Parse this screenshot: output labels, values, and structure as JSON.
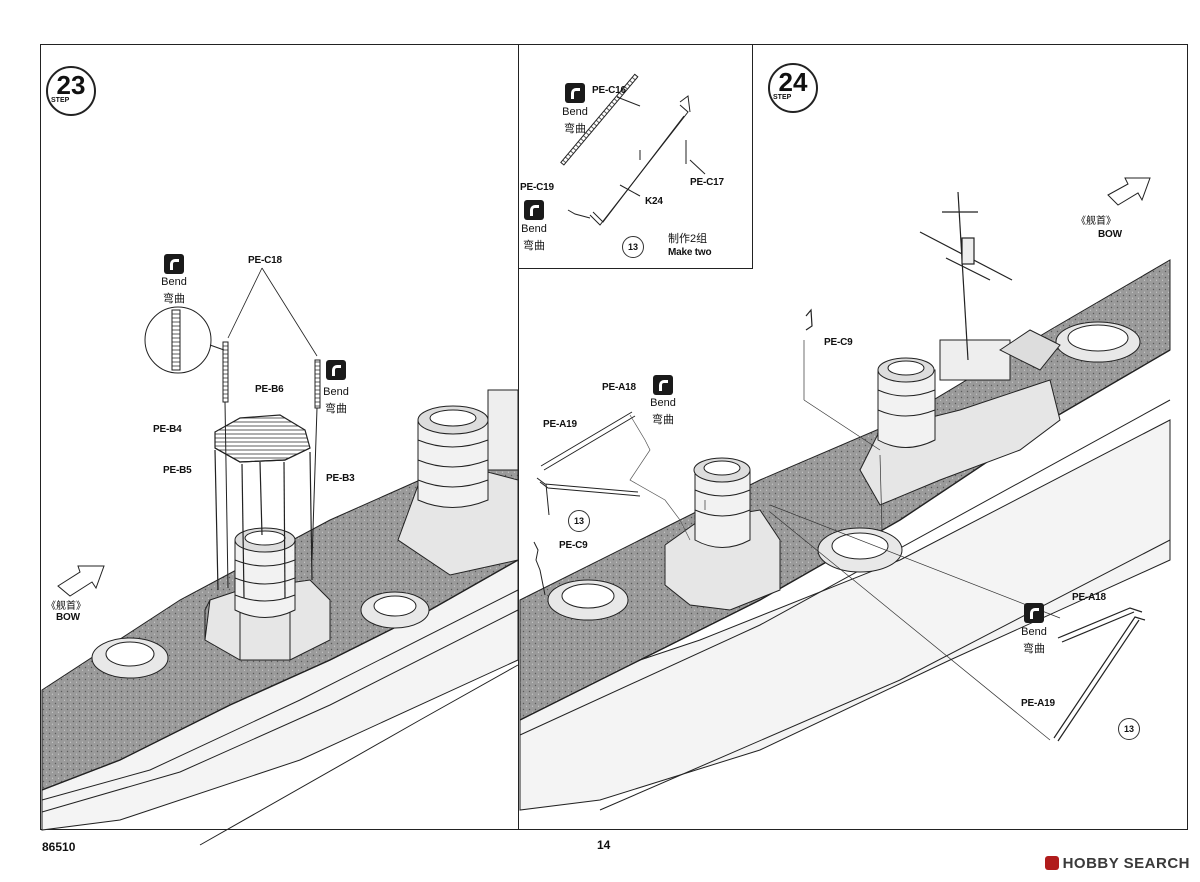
{
  "page": {
    "number": "14",
    "product_code": "86510",
    "watermark": "HOBBY SEARCH"
  },
  "step23": {
    "number": "23",
    "step_word": "STEP",
    "bend_label": "Bend",
    "bend_cn": "弯曲",
    "parts": {
      "c18": "PE-C18",
      "b6": "PE-B6",
      "b4": "PE-B4",
      "b5": "PE-B5",
      "b3": "PE-B3"
    },
    "bow_cn": "《舰首》",
    "bow": "BOW"
  },
  "inset": {
    "parts": {
      "c16": "PE-C16",
      "c17": "PE-C17",
      "c19": "PE-C19",
      "k24": "K24"
    },
    "bend_label": "Bend",
    "bend_cn": "弯曲",
    "circle": "13",
    "make_cn": "制作2组",
    "make": "Make two"
  },
  "step24": {
    "number": "24",
    "step_word": "STEP",
    "bend_label": "Bend",
    "bend_cn": "弯曲",
    "parts": {
      "c9a": "PE-C9",
      "c9b": "PE-C9",
      "a18a": "PE-A18",
      "a19a": "PE-A19",
      "a18b": "PE-A18",
      "a19b": "PE-A19"
    },
    "circle_a": "13",
    "circle_b": "13",
    "bow_cn": "《舰首》",
    "bow": "BOW"
  }
}
